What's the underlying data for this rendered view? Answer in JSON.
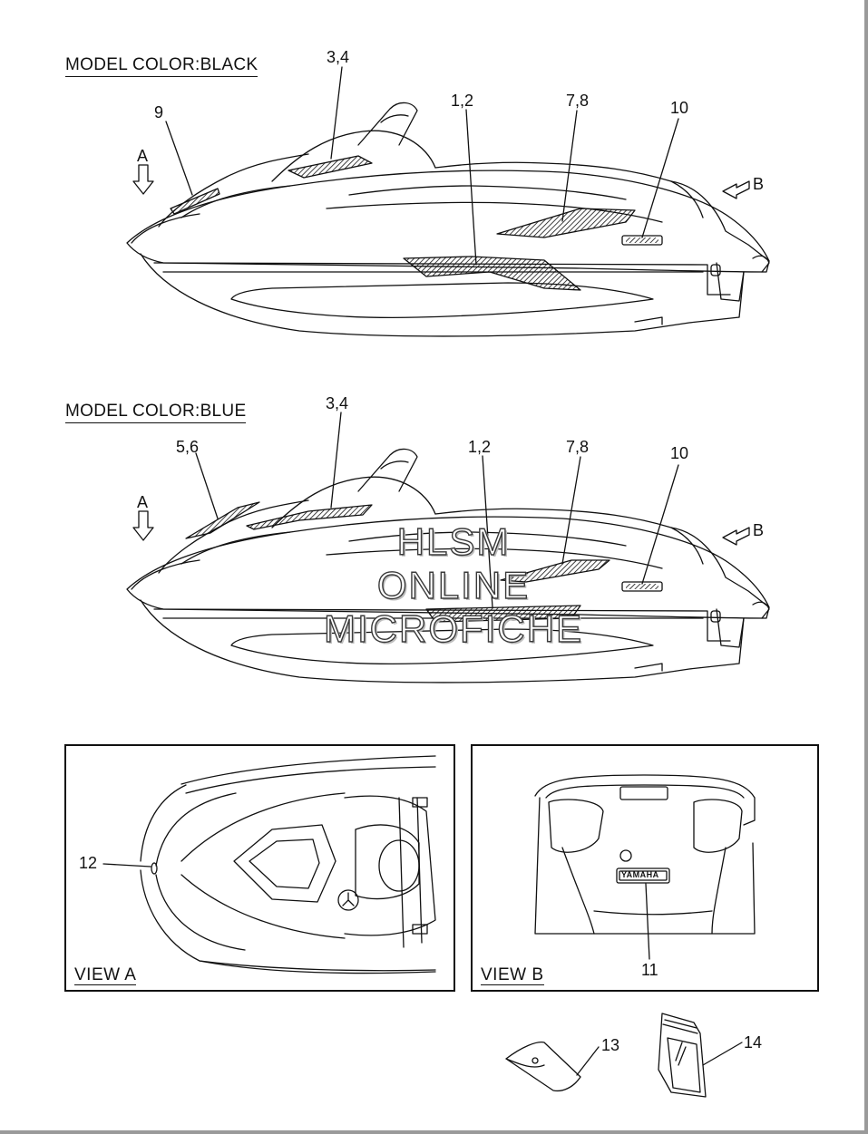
{
  "section_black": {
    "heading": "MODEL COLOR:BLACK",
    "callouts": {
      "c34": "3,4",
      "c9": "9",
      "c12": "1,2",
      "c78": "7,8",
      "c10": "10",
      "a": "A",
      "b": "B"
    }
  },
  "section_blue": {
    "heading": "MODEL COLOR:BLUE",
    "callouts": {
      "c34": "3,4",
      "c56": "5,6",
      "c12": "1,2",
      "c78": "7,8",
      "c10": "10",
      "a": "A",
      "b": "B"
    }
  },
  "view_a": {
    "label": "VIEW A",
    "callout": "12"
  },
  "view_b": {
    "label": "VIEW B",
    "callout": "11",
    "badge_text": "YAMAHA"
  },
  "accessories": {
    "c13": "13",
    "c14": "14"
  },
  "watermark": {
    "line1": "HLSM",
    "line2": "ONLINE",
    "line3": "MICROFICHE"
  },
  "decal_text": "YAMAHA"
}
